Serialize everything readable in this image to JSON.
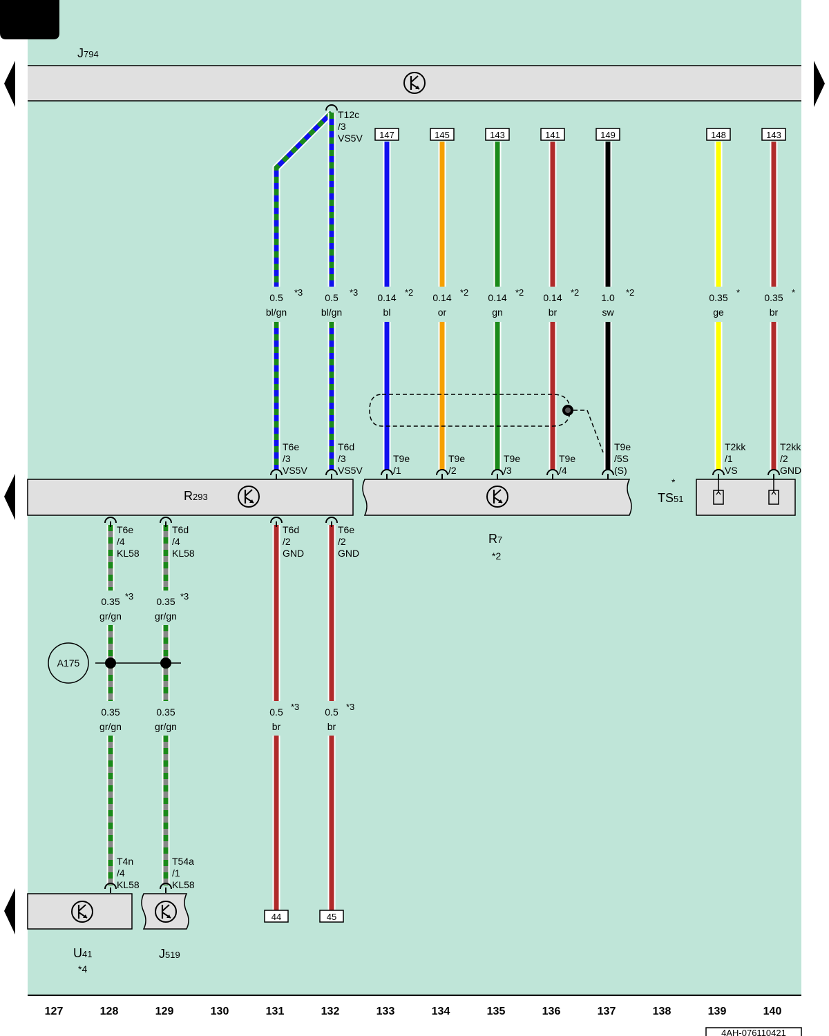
{
  "page": {
    "background": "#bfe5d8",
    "corner_tab_color": "#000000",
    "document_id": "4AH-076110421"
  },
  "components": {
    "j794": {
      "name": "J",
      "sub": "794"
    },
    "r293": {
      "name": "R",
      "sub": "293"
    },
    "r7": {
      "name": "R",
      "sub": "7",
      "note": "*2"
    },
    "ts51": {
      "name": "TS",
      "sub": "51",
      "note": "*"
    },
    "u41": {
      "name": "U",
      "sub": "41",
      "note": "*4"
    },
    "j519": {
      "name": "J",
      "sub": "519"
    }
  },
  "columns": [
    "127",
    "128",
    "129",
    "130",
    "131",
    "132",
    "133",
    "134",
    "135",
    "136",
    "137",
    "138",
    "139",
    "140"
  ],
  "terminals": [
    "147",
    "145",
    "143",
    "141",
    "149",
    "148",
    "143",
    "44",
    "45"
  ],
  "wires_upper": [
    {
      "size": "0.5",
      "color": "bl/gn",
      "note": "*3",
      "top_connector": "T12c /3 VS5V",
      "bottom_connector": "T6e /3 VS5V"
    },
    {
      "size": "0.5",
      "color": "bl/gn",
      "note": "*3",
      "top_connector": "T12c /3 VS5V",
      "bottom_connector": "T6d /3 VS5V"
    },
    {
      "size": "0.14",
      "color": "bl",
      "note": "*2",
      "top_terminal": "147",
      "bottom_connector": "T9e /1"
    },
    {
      "size": "0.14",
      "color": "or",
      "note": "*2",
      "top_terminal": "145",
      "bottom_connector": "T9e /2"
    },
    {
      "size": "0.14",
      "color": "gn",
      "note": "*2",
      "top_terminal": "143",
      "bottom_connector": "T9e /3"
    },
    {
      "size": "0.14",
      "color": "br",
      "note": "*2",
      "top_terminal": "141",
      "bottom_connector": "T9e /4"
    },
    {
      "size": "1.0",
      "color": "sw",
      "note": "*2",
      "top_terminal": "149",
      "bottom_connector": "T9e /5S (S)"
    },
    {
      "size": "0.35",
      "color": "ge",
      "note": "*",
      "top_terminal": "148",
      "bottom_connector": "T2kk /1 VS"
    },
    {
      "size": "0.35",
      "color": "br",
      "note": "*",
      "top_terminal": "143",
      "bottom_connector": "T2kk /2 GND"
    }
  ],
  "wires_lower": [
    {
      "size": "0.35",
      "color": "gr/gn",
      "note": "*3",
      "size2": "0.35",
      "color2": "gr/gn",
      "top_connector": "T6e /4 KL58",
      "bottom_connector": "T4n /4 KL58"
    },
    {
      "size": "0.35",
      "color": "gr/gn",
      "note": "*3",
      "size2": "0.35",
      "color2": "gr/gn",
      "top_connector": "T6d /4 KL58",
      "bottom_connector": "T54a /1 KL58"
    },
    {
      "size": "0.5",
      "color": "br",
      "note": "*3",
      "top_connector": "T6d /2 GND",
      "bottom_terminal": "44"
    },
    {
      "size": "0.5",
      "color": "br",
      "note": "*3",
      "top_connector": "T6e /2 GND",
      "bottom_terminal": "45"
    }
  ],
  "splice": {
    "label": "A175"
  },
  "wire_colors": {
    "bl": "#1010ee",
    "gn": "#1a8a1a",
    "or": "#f5a000",
    "br": "#b02a2a",
    "sw": "#000000",
    "ge": "#ffff00",
    "gr": "#888888"
  }
}
